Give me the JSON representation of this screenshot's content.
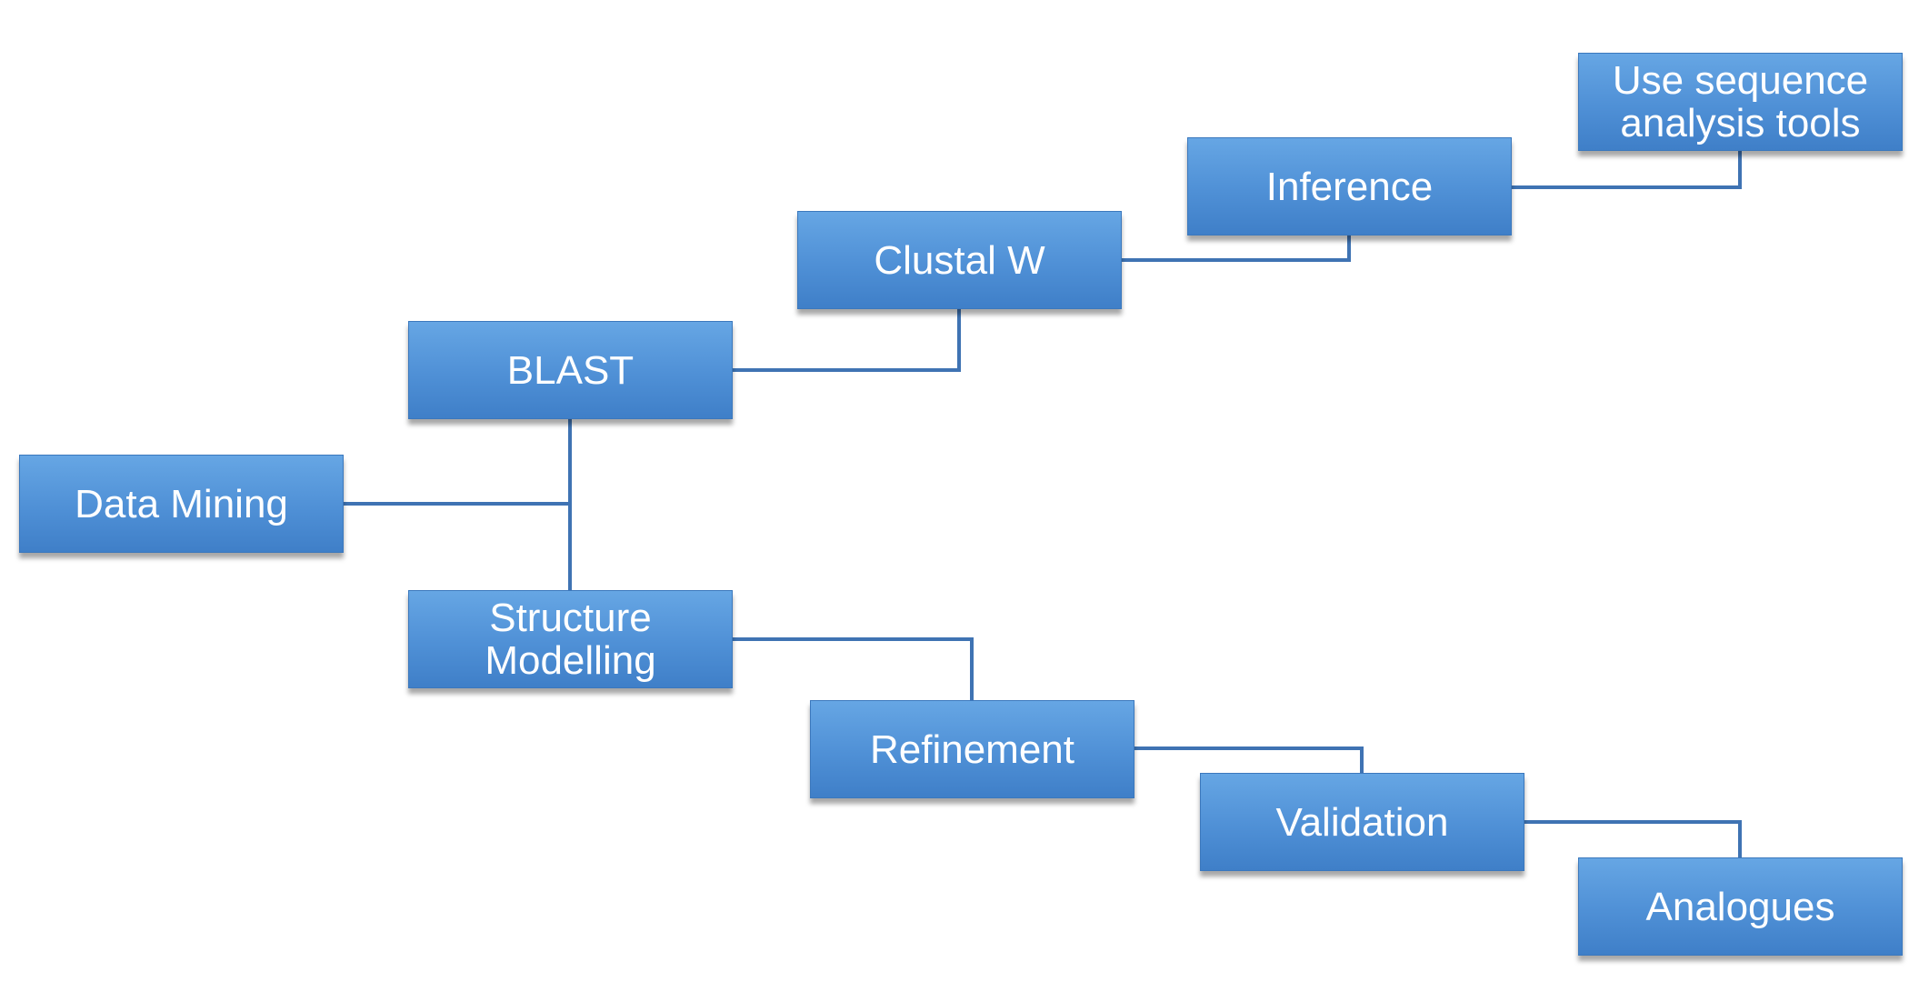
{
  "diagram": {
    "colors": {
      "box_fill": "#5b9bdd",
      "box_border": "#3b78bd",
      "box_text": "#ffffff",
      "connector": "#3f73b3"
    },
    "nodes": {
      "data_mining": "Data Mining",
      "blast": "BLAST",
      "clustal_w": "Clustal W",
      "inference": "Inference",
      "use_sequence_tools": "Use sequence\nanalysis tools",
      "structure_modelling": "Structure\nModelling",
      "refinement": "Refinement",
      "validation": "Validation",
      "analogues": "Analogues"
    },
    "edges": [
      [
        "data_mining",
        "blast"
      ],
      [
        "data_mining",
        "structure_modelling"
      ],
      [
        "blast",
        "clustal_w"
      ],
      [
        "clustal_w",
        "inference"
      ],
      [
        "inference",
        "use_sequence_tools"
      ],
      [
        "structure_modelling",
        "refinement"
      ],
      [
        "refinement",
        "validation"
      ],
      [
        "validation",
        "analogues"
      ]
    ]
  }
}
